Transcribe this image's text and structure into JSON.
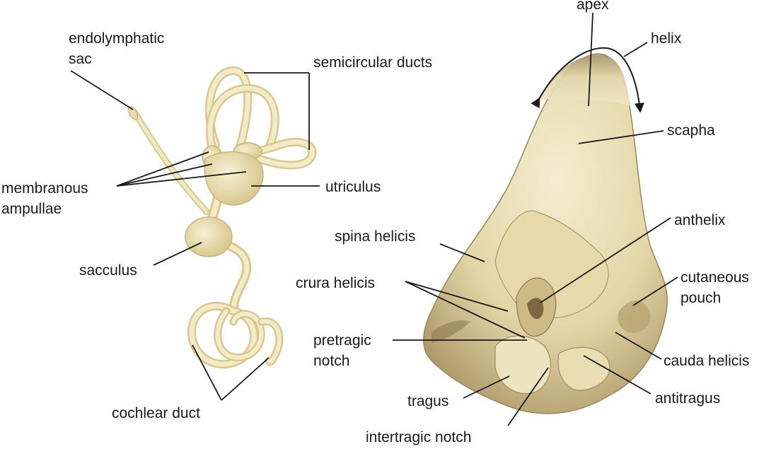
{
  "labels": {
    "endolymphatic_sac": [
      "endolymphatic",
      "sac"
    ],
    "semicircular_ducts": "semicircular ducts",
    "membranous_ampullae": [
      "membranous",
      "ampullae"
    ],
    "utriculus": "utriculus",
    "sacculus": "sacculus",
    "cochlear_duct": "cochlear duct",
    "apex": "apex",
    "helix": "helix",
    "scapha": "scapha",
    "spina_helicis": "spina helicis",
    "anthelix": "anthelix",
    "crura_helicis": "crura helicis",
    "cutaneous_pouch": [
      "cutaneous",
      "pouch"
    ],
    "pretragic_notch": [
      "pretragic",
      "notch"
    ],
    "cauda_helicis": "cauda helicis",
    "antitragus": "antitragus",
    "tragus": "tragus",
    "intertragic_notch": "intertragic notch"
  },
  "colors": {
    "text": "#1a1a1a",
    "line": "#1a1a1a",
    "membrane_fill": "#efe4bc",
    "membrane_edge": "#c9b57e",
    "ear_light": "#f3eccb",
    "ear_mid": "#dccf9e",
    "ear_shadow": "#8c7650"
  }
}
